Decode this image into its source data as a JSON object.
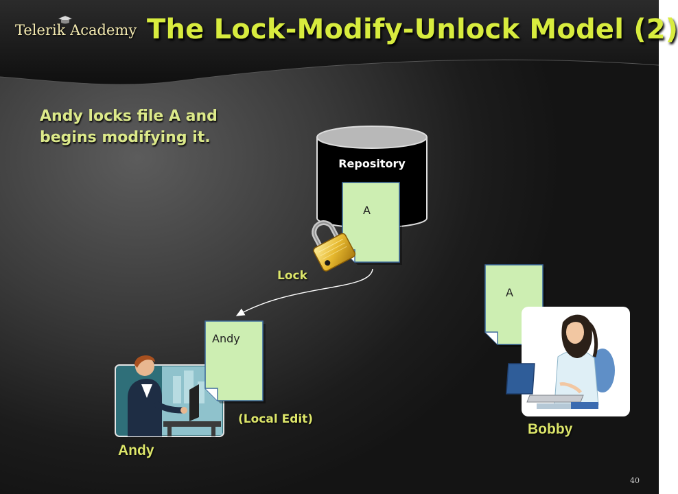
{
  "header": {
    "logo_text": "Telerik Academy",
    "title": "The Lock-Modify-Unlock Model (2)"
  },
  "caption": {
    "line1": "Andy locks file A and",
    "line2": "begins modifying it."
  },
  "diagram": {
    "repository_label": "Repository",
    "repository_file_label": "A",
    "lock_label": "Lock",
    "andy_file_label": "Andy",
    "local_edit_label": "(Local Edit)",
    "bobby_file_label": "A",
    "andy_name": "Andy",
    "bobby_name": "Bobby"
  },
  "footer": {
    "page_number": "40"
  },
  "colors": {
    "title": "#d8ec3e",
    "caption": "#dce98a",
    "document_fill": "#cdeeb2",
    "lock_gold": "#e6b82e"
  }
}
